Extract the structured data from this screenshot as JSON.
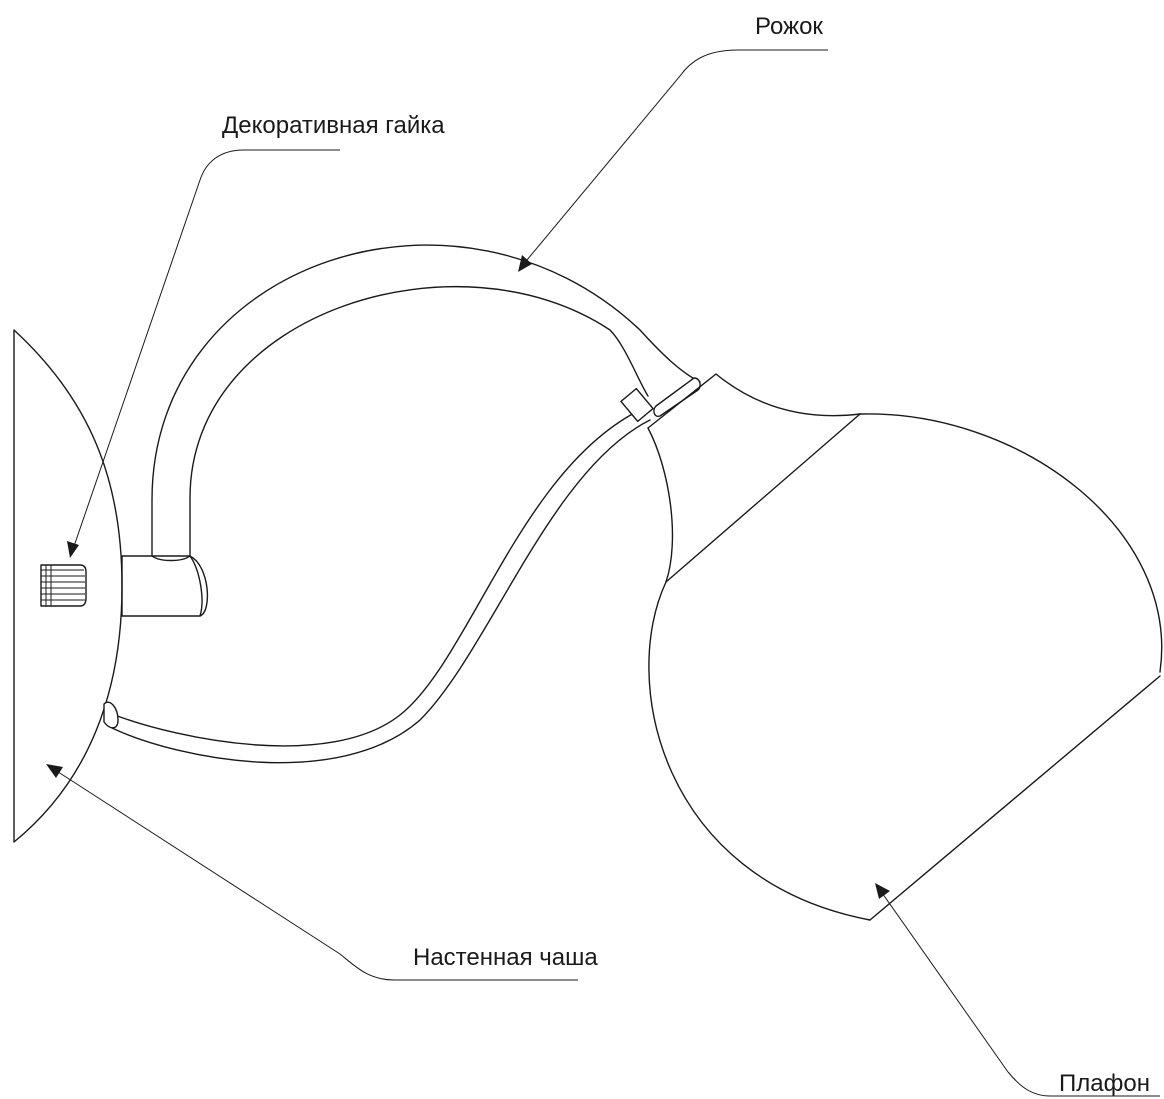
{
  "labels": {
    "horn": "Рожок",
    "nut": "Декоративная гайка",
    "wall_cup": "Настенная чаша",
    "shade": "Плафон"
  },
  "colors": {
    "line": "#1a1a1a",
    "background": "#ffffff"
  }
}
